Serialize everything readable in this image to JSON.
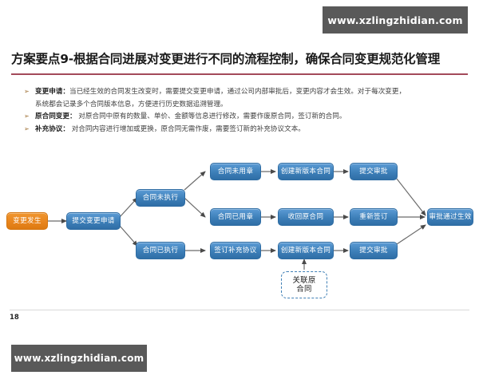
{
  "watermark": {
    "top": "www.xzlingzhidian.com",
    "bottom": "www.xzlingzhidian.com"
  },
  "title": "方案要点9-根据合同进展对变更进行不同的流程控制，确保合同变更规范化管理",
  "bullets": [
    {
      "marker": "➢",
      "lead": "变更申请：",
      "text": "当已经生效的合同发生改变时，需要提交变更申请，通过公司内部审批后，变更内容才会生效。对于每次变更，",
      "continuation": "系统都会记录多个合同版本信息，方便进行历史数据追溯管理。"
    },
    {
      "marker": "➢",
      "lead": "原合同变更：",
      "text": " 对原合同中原有的数量、单价、金额等信息进行修改，需要作废原合同，签订新的合同。",
      "continuation": ""
    },
    {
      "marker": "➢",
      "lead": "补充协议：",
      "text": " 对合同内容进行增加或更换，原合同无需作废，需要签订新的补充协议文本。",
      "continuation": ""
    }
  ],
  "flowchart": {
    "nodes": {
      "start": "变更发生",
      "submit": "提交变更申请",
      "branch_not_executed": "合同未执行",
      "branch_executed": "合同已执行",
      "no_seal": "合同未用章",
      "sealed": "合同已用章",
      "supplement": "签订补充协议",
      "create_new_1": "创建新版本合同",
      "withdraw": "收回原合同",
      "create_new_2": "创建新版本合同",
      "approve_1": "提交审批",
      "resign": "重新签订",
      "approve_2": "提交审批",
      "final": "审批通过生效",
      "link_original": "关联原\n合同",
      "link_original_line1": "关联原",
      "link_original_line2": "合同"
    },
    "colors": {
      "start_fill": "#e8841c",
      "node_fill": "#3d7fb8",
      "dashed_border": "#3f7fb5",
      "connector": "#595959"
    }
  },
  "footer": {
    "page_number": "18"
  }
}
